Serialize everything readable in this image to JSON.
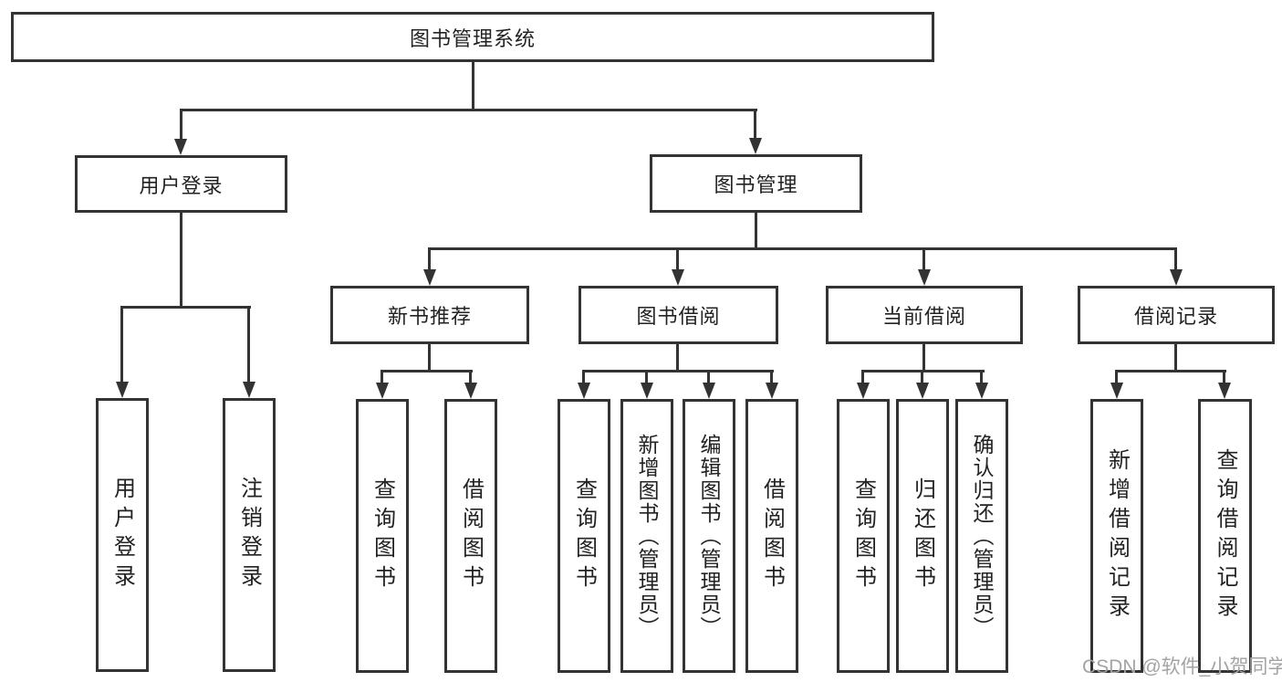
{
  "diagram": {
    "root": "图书管理系统",
    "level2": {
      "user_login": "用户登录",
      "book_mgmt": "图书管理"
    },
    "user_login_children": [
      "用户登录",
      "注销登录"
    ],
    "book_mgmt_sections": [
      {
        "label": "新书推荐",
        "children": [
          "查询图书",
          "借阅图书"
        ]
      },
      {
        "label": "图书借阅",
        "children": [
          "查询图书",
          "新增图书（管理员）",
          "编辑图书（管理员）",
          "借阅图书"
        ]
      },
      {
        "label": "当前借阅",
        "children": [
          "查询图书",
          "归还图书",
          "确认归还（管理员）"
        ]
      },
      {
        "label": "借阅记录",
        "children": [
          "新增借阅记录",
          "查询借阅记录"
        ]
      }
    ],
    "watermark": "CSDN @软件_小贺同学",
    "colors": {
      "line": "#333333",
      "text": "#222222",
      "watermark": "#a3a3a3",
      "background": "#ffffff"
    }
  }
}
